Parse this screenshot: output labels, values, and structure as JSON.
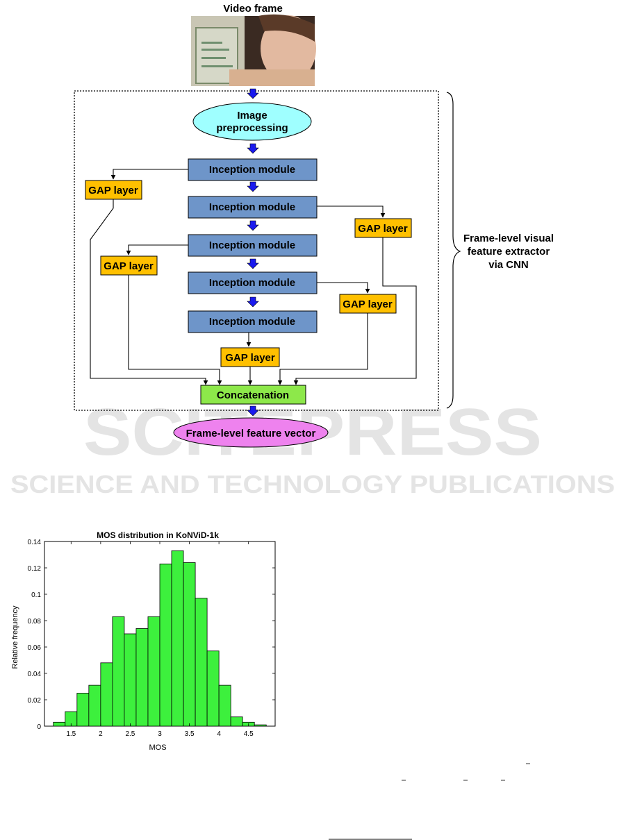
{
  "watermark": {
    "brand": "SCITEPRESS",
    "tagline": "SCIENCE AND TECHNOLOGY PUBLICATIONS"
  },
  "diagram": {
    "video_frame_label": "Video frame",
    "preprocessing_label": [
      "Image",
      "preprocessing"
    ],
    "inception_label": "Inception module",
    "gap_label": "GAP layer",
    "concat_label": "Concatenation",
    "output_label": "Frame-level feature vector",
    "brace_label": [
      "Frame-level visual",
      "feature extractor",
      "via CNN"
    ],
    "colors": {
      "inception": "#6e95c9",
      "gap": "#ffc000",
      "concat": "#8de84a",
      "preprocessing": "#9fffff",
      "output": "#ee82ee",
      "arrow": "#1a1aee"
    }
  },
  "chart_data": {
    "type": "bar",
    "title": "MOS distribution in KoNViD-1k",
    "xlabel": "MOS",
    "ylabel": "Relative frequency",
    "xlim": [
      1.05,
      4.95
    ],
    "ylim": [
      0,
      0.14
    ],
    "xticks": [
      "1.5",
      "2",
      "2.5",
      "3",
      "3.5",
      "4",
      "4.5"
    ],
    "yticks": [
      "0",
      "0.02",
      "0.04",
      "0.06",
      "0.08",
      "0.1",
      "0.12",
      "0.14"
    ],
    "bar_width": 0.2,
    "bar_color": "#3df03d",
    "x": [
      1.3,
      1.5,
      1.7,
      1.9,
      2.1,
      2.3,
      2.5,
      2.7,
      2.9,
      3.1,
      3.3,
      3.5,
      3.7,
      3.9,
      4.1,
      4.3,
      4.5,
      4.7
    ],
    "values": [
      0.003,
      0.011,
      0.025,
      0.031,
      0.048,
      0.083,
      0.07,
      0.074,
      0.083,
      0.123,
      0.133,
      0.124,
      0.097,
      0.057,
      0.031,
      0.007,
      0.003,
      0.001
    ]
  }
}
